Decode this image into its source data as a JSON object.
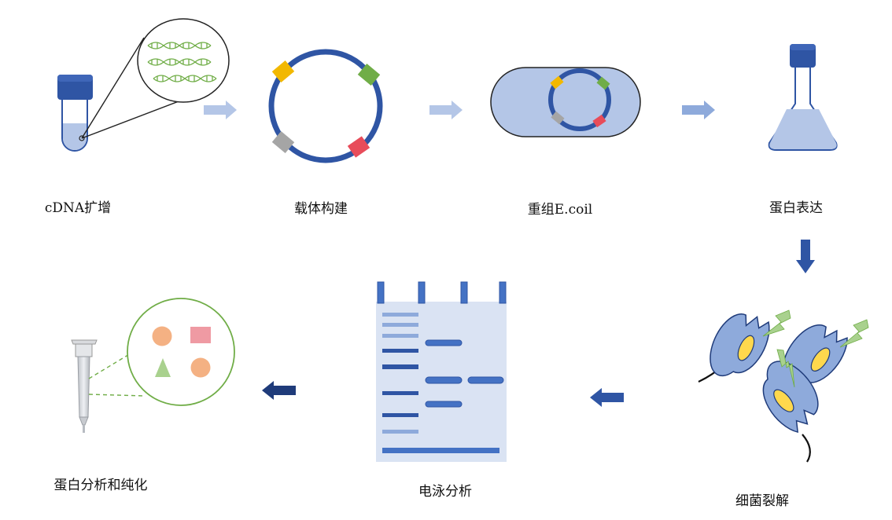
{
  "steps": [
    {
      "id": "cdna",
      "label": "cDNA扩增"
    },
    {
      "id": "vector",
      "label": "载体构建"
    },
    {
      "id": "ecoli",
      "label": "重组E.coil"
    },
    {
      "id": "expression",
      "label": "蛋白表达"
    },
    {
      "id": "lysis",
      "label": "细菌裂解"
    },
    {
      "id": "electrophoresis",
      "label": "电泳分析"
    },
    {
      "id": "purification",
      "label": "蛋白分析和纯化"
    }
  ],
  "colors": {
    "dark_blue": "#2f55a4",
    "navy": "#1f3b7a",
    "light_blue": "#b4c6e7",
    "arrow_light": "#b4c6e7",
    "arrow_mid": "#8eaadb",
    "gel_bg": "#dae3f3",
    "marker_yellow": "#f2b800",
    "marker_green": "#70ad47",
    "marker_red": "#e84c5a",
    "marker_gray": "#a5a5a5",
    "purif_circle": "#70ad47",
    "orange": "#f4b183",
    "pink": "#ef9aa3",
    "triangle_green": "#a9d18e"
  },
  "icons": [
    "test-tube-icon",
    "dna-icon",
    "plasmid-icon",
    "bacterium-icon",
    "flask-icon",
    "lightning-icon",
    "gel-icon",
    "spin-column-icon"
  ]
}
